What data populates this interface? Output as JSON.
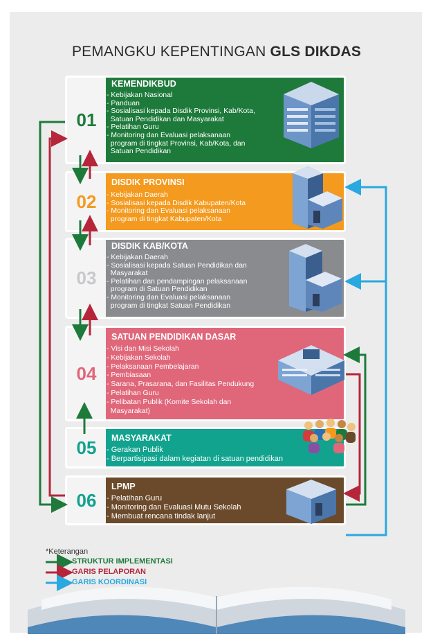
{
  "title": {
    "light": "PEMANGKU KEPENTINGAN",
    "bold": "GLS DIKDAS"
  },
  "stakeholders": [
    {
      "num": "01",
      "name": "KEMENDIKBUD",
      "color": "#1e7a3b",
      "num_color": "#1e7a3b",
      "items": [
        "- Kebijakan Nasional",
        "- Panduan",
        "- Sosialisasi kepada Disdik Provinsi, Kab/Kota,",
        "  Satuan Pendidikan dan Masyarakat",
        "- Pelatihan Guru",
        "- Monitoring dan Evaluasi pelaksanaan",
        "  program di tingkat Provinsi, Kab/Kota, dan",
        "  Satuan Pendidikan"
      ]
    },
    {
      "num": "02",
      "name": "DISDIK PROVINSI",
      "color": "#f39a1f",
      "num_color": "#f39a1f",
      "items": [
        "- Kebijakan Daerah",
        "- Sosialisasi kepada Disdik Kabupaten/Kota",
        "- Monitoring dan Evaluasi pelaksanaan",
        "  program di tingkat Kabupaten/Kota"
      ]
    },
    {
      "num": "03",
      "name": "DISDIK KAB/KOTA",
      "color": "#8a8b8f",
      "num_color": "#c7c8cb",
      "items": [
        "- Kebijakan Daerah",
        "- Sosialisasi kepada Satuan Pendidikan dan",
        "  Masyarakat",
        "- Pelatihan dan pendampingan pelaksanaan",
        "  program di Satuan Pendidikan",
        "- Monitoring dan Evaluasi pelaksanaan",
        "  program di tingkat Satuan Pendidikan"
      ]
    },
    {
      "num": "04",
      "name": "SATUAN PENDIDIKAN DASAR",
      "color": "#e0677a",
      "num_color": "#e0677a",
      "items": [
        "- Visi dan Misi Sekolah",
        "- Kebijakan Sekolah",
        "- Pelaksanaan Pembelajaran",
        "- Pembiasaan",
        "- Sarana, Prasarana, dan Fasilitas Pendukung",
        "- Pelatihan Guru",
        "- Pelibatan Publik (Komite Sekolah dan",
        "  Masyarakat)"
      ]
    },
    {
      "num": "05",
      "name": "MASYARAKAT",
      "color": "#12a38f",
      "num_color": "#12a38f",
      "items": [
        "- Gerakan Publik",
        "- Berpartisipasi dalam kegiatan di satuan pendidikan"
      ]
    },
    {
      "num": "06",
      "name": "LPMP",
      "color": "#6b4a2b",
      "num_color": "#12a38f",
      "items": [
        "- Pelatihan Guru",
        "- Monitoring dan Evaluasi Mutu Sekolah",
        "- Membuat rencana tindak lanjut"
      ]
    }
  ],
  "legend": {
    "heading": "*Keterangan",
    "items": [
      {
        "label": "STRUKTUR IMPLEMENTASI",
        "color": "#1e7a3b"
      },
      {
        "label": "GARIS PELAPORAN",
        "color": "#b5263a"
      },
      {
        "label": "GARIS KOORDINASI",
        "color": "#2aa8e0"
      }
    ]
  }
}
